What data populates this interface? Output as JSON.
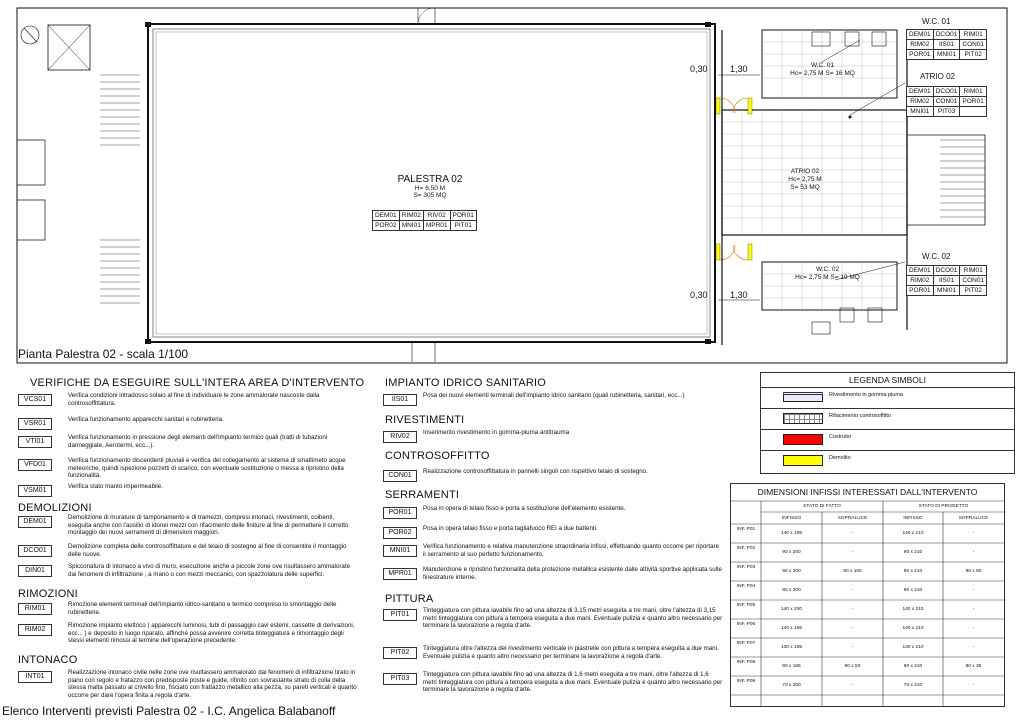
{
  "plan": {
    "title": "Pianta Palestra 02 - scala 1/100",
    "gym": {
      "name": "PALESTRA 02",
      "height": "H= 6,50 M",
      "area": "S= 305 MQ",
      "codes": [
        [
          "DEM01",
          "RIM02",
          "RIV02",
          "POR01"
        ],
        [
          "POR02",
          "MNI01",
          "MPR01",
          "PIT01"
        ]
      ]
    },
    "atrio_label": {
      "name": "ATRIO 02",
      "height": "Hc= 2,75 M",
      "area": "S= 53 MQ"
    },
    "atrio_tag": "ATRIO 02",
    "atrio_codes": [
      [
        "DEM01",
        "DCO01",
        "RIM01"
      ],
      [
        "RIM02",
        "CON01",
        "POR01"
      ],
      [
        "MNI01",
        "PIT03"
      ]
    ],
    "wc01_tag": "W.C. 01",
    "wc01_label": {
      "name": "W.C. 01",
      "dims": "Hc= 2,75 M S= 16 MQ"
    },
    "wc01_codes": [
      [
        "DEM01",
        "DCO01",
        "RIM01"
      ],
      [
        "RIM02",
        "IIS01",
        "CON01"
      ],
      [
        "POR01",
        "MNI01",
        "PIT02"
      ]
    ],
    "wc02_tag": "W.C. 02",
    "wc02_label": {
      "name": "W.C. 02",
      "dims": "Hc= 2,75 M S= 19 MQ"
    },
    "wc02_codes": [
      [
        "DEM01",
        "DCO01",
        "RIM01"
      ],
      [
        "RIM02",
        "IIS01",
        "CON01"
      ],
      [
        "POR01",
        "MNI01",
        "PIT02"
      ]
    ],
    "dim_top": [
      "0,30",
      "1,30"
    ],
    "dim_bottom": [
      "0,30",
      "1,30"
    ]
  },
  "verifiche": {
    "title": "VERIFICHE DA ESEGUIRE SULL'INTERA AREA D'INTERVENTO",
    "items": [
      {
        "code": "VCS01",
        "text": "Verifica condizioni intradosso solaio al fine di individuare le zone ammalorate nascoste dalla controsoffittatura."
      },
      {
        "code": "VSR01",
        "text": "Verifica funzionamento apparecchi sanitari e rubinetteria."
      },
      {
        "code": "VTI01",
        "text": "Verifica funzionamento in pressione degli elementi dell'impianto termico quali (tratti di tubazioni danneggiate, Aerotermi, ecc...)."
      },
      {
        "code": "VFD01",
        "text": "Verifica funzionamento discendenti pluviali e verifica del collegamento al sistema di smaltimeto acque meteoriche, quindi ispezione pozzetti di scarico, con eventuale sostituzione o messa a ripristino della funzionalità."
      },
      {
        "code": "VSM01",
        "text": "Verifica stato manto impermeabile."
      }
    ]
  },
  "demolizioni": {
    "title": "DEMOLIZIONI",
    "items": [
      {
        "code": "DEM01",
        "text": "Demolizione di murature di tamponamento e di tramezzi, compresi intonaci, rivestimenti, coibenti, eseguita anche con l'ausilio di idonei mezzi con rifacimento delle finiture al fine di permettere il corretto montaggio dei nuovi serramenti di dimensioni maggiori."
      },
      {
        "code": "DCO01",
        "text": "Demolizione completa delle controsoffittature e del telaio di sostegno al fine di consentire il montaggio delle nuove."
      },
      {
        "code": "DIN01",
        "text": "Spicconatura di intonaco a vivo di muro, esecuzione anche a piccole zone ove risultassero ammalorate dai fenomeni di infiltrazione , a mano o con mezzi meccanici, con spazzolatura delle superfici."
      }
    ]
  },
  "rimozioni": {
    "title": "RIMOZIONI",
    "items": [
      {
        "code": "RIM01",
        "text": "Rimozione elementi terminali dell'impianto idrico-sanitario e termico compreso lo smontaggio delle rubinetterie."
      },
      {
        "code": "RIM02",
        "text": "Rimozione impianto elettrico ( apparecchi luminosi, tubi di passaggio cavi estemi, cassette di derivazioni, ecc... ) e deposito in luogo riparato, affinché possa avvenire corretta tinteggiatura e rimontaggio degli stessi elementi rimossi al termine dell'operazione precedente."
      }
    ]
  },
  "intonaco": {
    "title": "INTONACO",
    "items": [
      {
        "code": "INT01",
        "text": "Realizzazione intonaco civile nelle zone ove risultassero ammalorato dai fenomeni di infiltrazione tirato in piano con regolo e fratazzo con predisposte poste e guide, rifinito con sovrastante strato di colla della stessa malta passato al crivello fino, fisciato con frattazzo metallico alla pezza, su pareti verticali e quanto occorre per dare l'opera finita a regola d'arte."
      }
    ]
  },
  "idrico": {
    "title": "IMPIANTO IDRICO SANITARIO",
    "items": [
      {
        "code": "IIS01",
        "text": "Posa dei nuovi elementi terminali dell'impianto idrico sanitario (quali rubinetteria, sanitari, ecc...)"
      }
    ]
  },
  "rivestimenti": {
    "title": "RIVESTIMENTI",
    "items": [
      {
        "code": "RIV02",
        "text": "Inserimento rivestimento in gomma-piuma antitrauma"
      }
    ]
  },
  "controsoffitto": {
    "title": "CONTROSOFFITTO",
    "items": [
      {
        "code": "CON01",
        "text": "Realizzazione controsoffittatura in pannelli singoli con rispettivo telaio di sostegno."
      }
    ]
  },
  "serramenti": {
    "title": "SERRAMENTI",
    "items": [
      {
        "code": "POR01",
        "text": "Posa in opera di telaio fisso e porta a sostituzione dell'elemento esistente."
      },
      {
        "code": "POR02",
        "text": "Posa in opera telaio fisso e porta tagliafuoco REI a due battenti."
      },
      {
        "code": "MNI01",
        "text": "Verifica funzionamento e relativa manutenzione straordinaria infissi, effettuando quanto occorre per riportare il serramento al suo perfetto funzionamento."
      },
      {
        "code": "MPR01",
        "text": "Manutenzione e ripristino funzionalità della protezione metallica esistente dalle attività sportive applicata sulle finestrature interne."
      }
    ]
  },
  "pittura": {
    "title": "PITTURA",
    "items": [
      {
        "code": "PIT01",
        "text": "Tinteggiatura con pittura lavabile fino ad una altezza di 3,15 metri eseguita a tre mani, oltre l'altezza di 3,15 metri tinteggiatura con pittura a tempera eseguita a due mani. Eventuale pulizia e quanto altro necessario per terminare la lavorazione a regola d'arte."
      },
      {
        "code": "PIT02",
        "text": "Tinteggiatura oltre l'altezza del rivestimento verticale in piastrelle con pittura a tempera eseguita a due mani. Eventuale pulizia e quanto altro necessario per terminare la lavorazione a regola d'arte."
      },
      {
        "code": "PIT03",
        "text": "Tinteggiatura con pittura lavabile fino ad una altezza di 1,6 metri eseguita a tre mani, oltre l'altezza di 1,6 metri tinteggiatura con pittura a tempera eseguita a due mani. Eventuale pulizia e quanto altro necessario per terminare la lavorazione a regola d'arte."
      }
    ]
  },
  "legenda": {
    "title": "LEGENDA SIMBOLI",
    "rows": [
      {
        "label": "Rivestimento in gomma piuma",
        "color": "#ffffff",
        "kind": "double"
      },
      {
        "label": "Rifacimento controsoffitto",
        "color": "#ffffff",
        "kind": "grid"
      },
      {
        "label": "Costruito",
        "color": "#ff0000",
        "kind": "fill"
      },
      {
        "label": "Demolito",
        "color": "#ffff00",
        "kind": "fill"
      }
    ]
  },
  "dimensioni": {
    "title": "DIMENSIONI INFISSI INTERESSATI DALL'INTERVENTO",
    "group_headers": [
      "STATO DI FATTO",
      "STATO DI PROGETTO"
    ],
    "sub_headers": [
      "INFISSO",
      "SOPRALUCE",
      "INFISSO",
      "SOPRALUCE"
    ],
    "rows": [
      {
        "id": "INF. P01",
        "v": [
          "140 x 195",
          "-",
          "140 x 210",
          "-"
        ]
      },
      {
        "id": "INF. P02",
        "v": [
          "90 x 200",
          "-",
          "90 x 210",
          "-"
        ]
      },
      {
        "id": "INF. P03",
        "v": [
          "90 x 200",
          "90 x 100",
          "90 x 210",
          "90 x 90"
        ]
      },
      {
        "id": "INF. P04",
        "v": [
          "90 x 200",
          "-",
          "90 x 210",
          "-"
        ]
      },
      {
        "id": "INF. P05",
        "v": [
          "140 x 200",
          "-",
          "140 x 210",
          "-"
        ]
      },
      {
        "id": "INF. P06",
        "v": [
          "140 x 195",
          "-",
          "140 x 210",
          "-"
        ]
      },
      {
        "id": "INF. P07",
        "v": [
          "100 x 195",
          "-",
          "130 x 210",
          "-"
        ]
      },
      {
        "id": "INF. P08",
        "v": [
          "90 x 165",
          "90 x 50",
          "90 x 210",
          "90 x 35"
        ]
      },
      {
        "id": "INF. P09",
        "v": [
          "70 x 200",
          "-",
          "70 x 210",
          "-"
        ]
      }
    ]
  },
  "footer": "Elenco Interventi previsti Palestra 02 - I.C. Angelica Balabanoff"
}
